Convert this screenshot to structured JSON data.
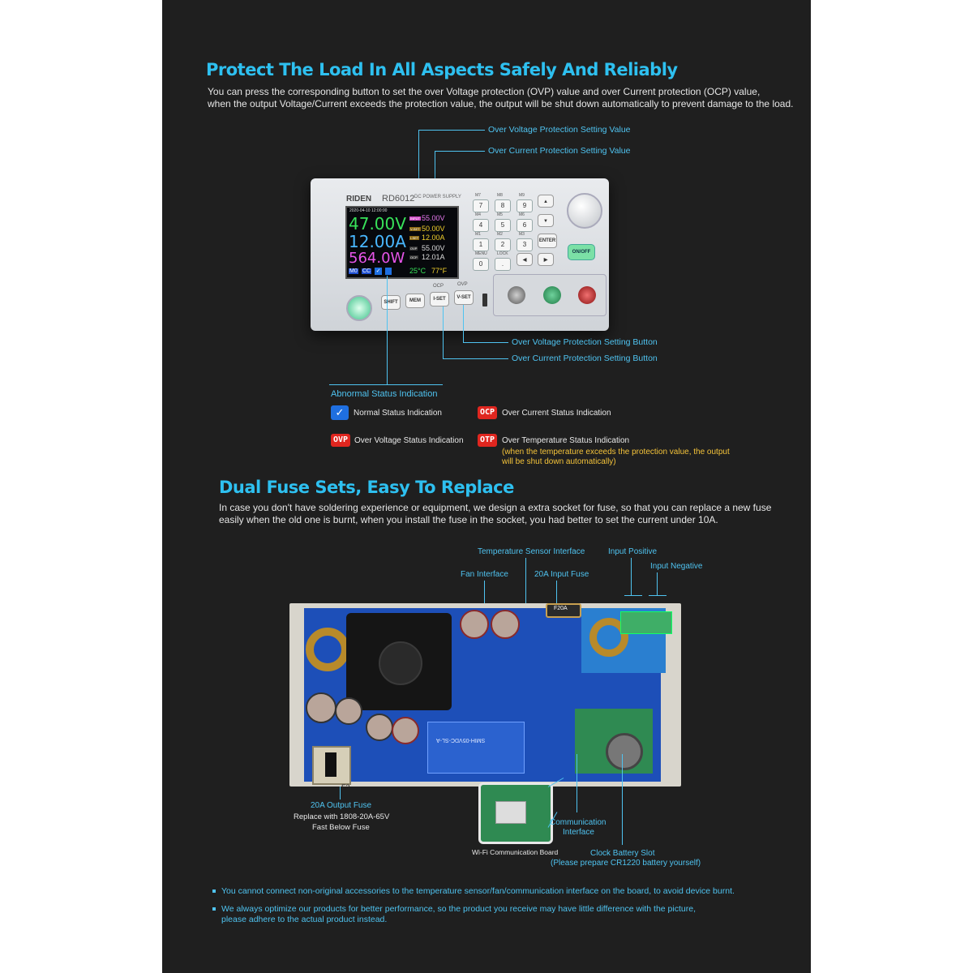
{
  "section1": {
    "title": "Protect The Load In All Aspects Safely And Reliably",
    "desc_line1": "You can press the corresponding button to set the over Voltage protection (OVP) value and over Current protection (OCP) value,",
    "desc_line2": "when the output Voltage/Current exceeds the protection value, the output will be shut down automatically to prevent damage to the load."
  },
  "callouts": {
    "ovp_value": "Over Voltage Protection Setting Value",
    "ocp_value": "Over Current Protection Setting Value",
    "ovp_button": "Over Voltage Protection Setting Button",
    "ocp_button": "Over Current Protection Setting Button",
    "abnormal": "Abnormal Status Indication"
  },
  "device": {
    "brand": "RIDEN",
    "model": "RD6012",
    "subtitle": "DC POWER SUPPLY",
    "screen": {
      "date": "2020-04-10  12:00:00",
      "voltage": "47.00V",
      "current": "12.00A",
      "power": "564.0W",
      "input_tag": "INPUT",
      "input_v": "55.00V",
      "vset_tag": "V-SET",
      "vset": "50.00V",
      "iset_tag": "I-SET",
      "iset": "12.00A",
      "ovp_tag": "OVP",
      "ovp": "55.00V",
      "ocp_tag": "OCP",
      "ocp": "12.01A",
      "mode1": "M0",
      "mode2": "CC",
      "temp_c": "25°C",
      "temp_f": "77°F"
    },
    "keys": [
      "7",
      "8",
      "9",
      "4",
      "5",
      "6",
      "1",
      "2",
      "3",
      "0",
      "."
    ],
    "key_tops": [
      "M7",
      "M8",
      "M9",
      "M4",
      "M5",
      "M6",
      "M1",
      "M2",
      "M3",
      "MENU",
      "LOCK"
    ],
    "buttons": {
      "shift": "SHIFT",
      "mem": "MEM",
      "iset": "I-SET",
      "vset": "V-SET",
      "ocp": "OCP",
      "ovp": "OVP",
      "enter": "ENTER",
      "onoff": "ON/OFF"
    }
  },
  "status": {
    "normal": "Normal Status Indication",
    "ocp_badge": "OCP",
    "ocp": "Over Current Status Indication",
    "ovp_badge": "OVP",
    "ovp": "Over Voltage Status Indication",
    "otp_badge": "OTP",
    "otp": "Over Temperature Status Indication",
    "otp_note1": "(when the temperature exceeds the protection value, the output",
    "otp_note2": "will be shut down automatically)"
  },
  "section2": {
    "title": "Dual Fuse Sets, Easy To Replace",
    "desc_line1": "In case you don't have soldering experience or equipment, we design a extra socket for fuse, so that you can replace a new fuse",
    "desc_line2": "easily when the old one is burnt, when you install the fuse in the socket, you had better to set the current under 10A."
  },
  "board_labels": {
    "temp_sensor": "Temperature Sensor Interface",
    "input_positive": "Input Positive",
    "input_negative": "Input Negative",
    "fan": "Fan Interface",
    "input_fuse": "20A Input Fuse",
    "fuse_chip": "F20A",
    "output_fuse": "20A Output Fuse",
    "output_fuse_note1": "Replace with 1808-20A-65V",
    "output_fuse_note2": "Fast Below Fuse",
    "f3": "F3",
    "wifi": "Wi-Fi Communication Board",
    "comm1": "Communication",
    "comm2": "Interface",
    "battery1": "Clock Battery Slot",
    "battery2": "(Please prepare CR1220 battery yourself)",
    "relay": "SMIH-05VDC-SL-A"
  },
  "footnotes": {
    "note1": "You cannot connect non-original accessories to the temperature sensor/fan/communication interface on the board, to avoid device burnt.",
    "note2_line1": "We always optimize our products for better performance, so the product you receive may have little difference with the picture,",
    "note2_line2": "please adhere to the actual product instead."
  },
  "colors": {
    "accent": "#2ec0f0",
    "panel": "#1f1f1f",
    "pcb": "#1d4fb8",
    "warning": "#f4c33a",
    "alarm": "#e0261f"
  }
}
